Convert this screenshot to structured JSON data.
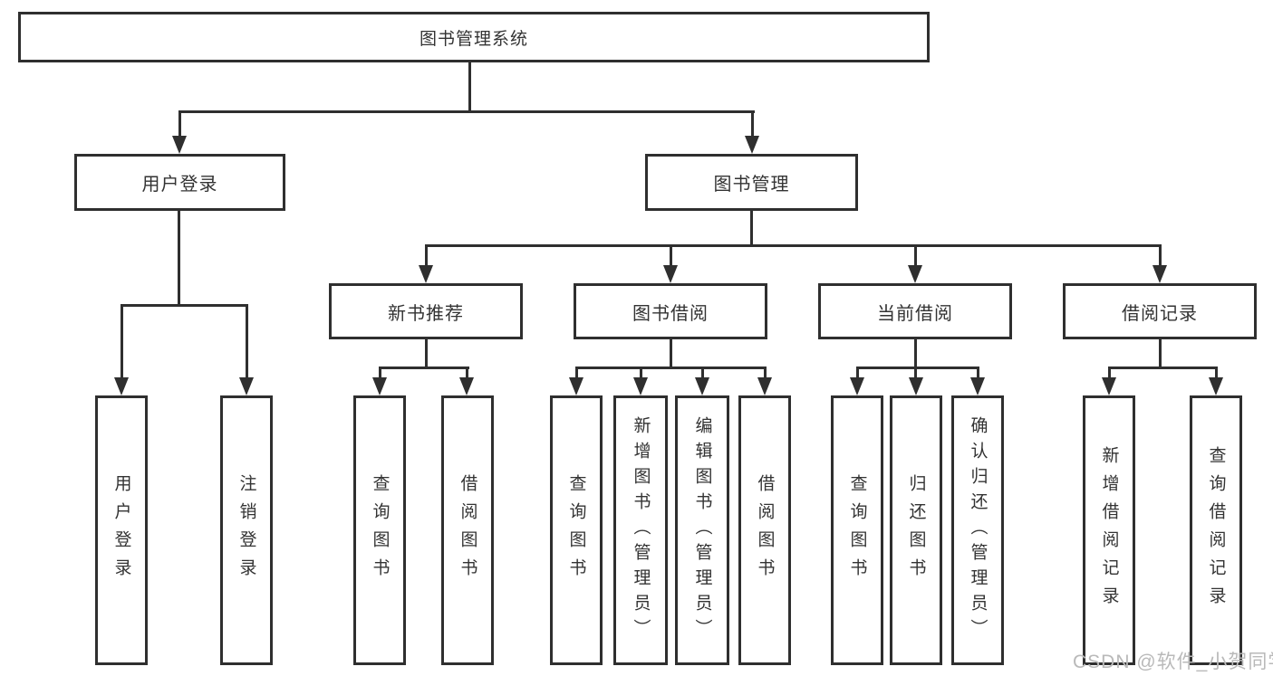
{
  "diagram": {
    "root": {
      "label": "图书管理系统"
    },
    "branches": [
      {
        "label": "用户登录",
        "children": [
          {
            "label": "用户登录"
          },
          {
            "label": "注销登录"
          }
        ]
      },
      {
        "label": "图书管理",
        "children": [
          {
            "label": "新书推荐",
            "children": [
              {
                "label": "查询图书"
              },
              {
                "label": "借阅图书"
              }
            ]
          },
          {
            "label": "图书借阅",
            "children": [
              {
                "label": "查询图书"
              },
              {
                "label": "新增图书（管理员）"
              },
              {
                "label": "编辑图书（管理员）"
              },
              {
                "label": "借阅图书"
              }
            ]
          },
          {
            "label": "当前借阅",
            "children": [
              {
                "label": "查询图书"
              },
              {
                "label": "归还图书"
              },
              {
                "label": "确认归还（管理员）"
              }
            ]
          },
          {
            "label": "借阅记录",
            "children": [
              {
                "label": "新增借阅记录"
              },
              {
                "label": "查询借阅记录"
              }
            ]
          }
        ]
      }
    ]
  },
  "watermark": {
    "text": "CSDN @软件_小贺同学"
  },
  "colors": {
    "line": "#2f2f2f",
    "text": "#333333",
    "watermark": "#b9b9b9",
    "background": "#ffffff"
  }
}
